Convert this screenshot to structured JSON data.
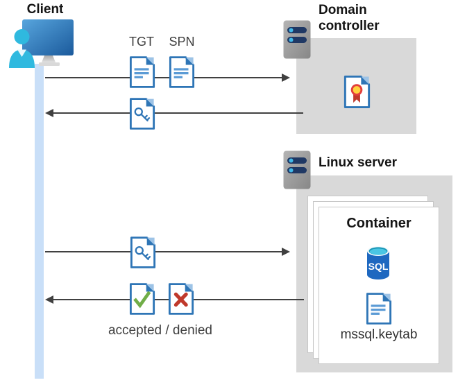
{
  "labels": {
    "client": "Client",
    "domain_controller": "Domain controller",
    "linux_server": "Linux server",
    "container": "Container",
    "tgt": "TGT",
    "spn": "SPN",
    "accepted_denied": "accepted / denied",
    "keytab_file": "mssql.keytab",
    "sql": "SQL"
  },
  "icons": {
    "client": "person-at-computer-icon",
    "domain_controller": "server-icon",
    "linux_server": "server-icon",
    "tgt": "document-icon",
    "spn": "document-icon",
    "ticket_returned": "key-document-icon",
    "ticket_sent": "key-document-icon",
    "accepted": "check-document-icon",
    "denied": "cross-document-icon",
    "certificate": "certificate-document-icon",
    "database": "sql-database-icon",
    "keytab": "document-icon"
  },
  "colors": {
    "doc_border": "#2E75B6",
    "doc_fold_light": "#9DC3E6",
    "doc_text_lines": "#5B9BD5",
    "arrow": "#404040",
    "lifeline": "#C9DFF8",
    "box_gray": "#D9D9D9",
    "server_body": "#9E9E9E",
    "server_bar": "#1F3864",
    "server_dot": "#41B8E8",
    "monitor_blue": "#3C85C6",
    "person_cyan": "#2FB9DF",
    "check_green": "#70AD47",
    "cross_red": "#C0392B",
    "rosette_yellow": "#FFD23E",
    "rosette_ring_red": "#E23E3C",
    "ribbon_red": "#C0392B",
    "sql_body_blue": "#1E68C0",
    "sql_top_cyan": "#4AC6E4"
  }
}
